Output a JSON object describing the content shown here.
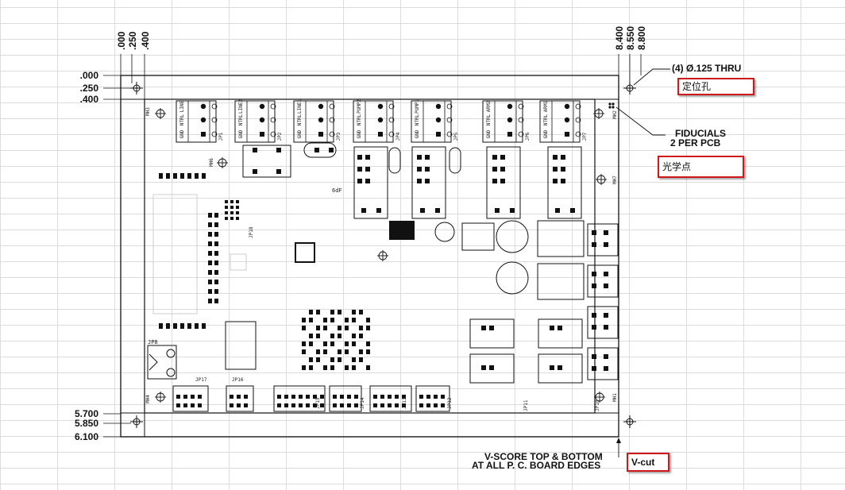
{
  "dimensions": {
    "top": [
      ".000",
      ".250",
      ".400"
    ],
    "right_top": [
      "8.400",
      "8.550",
      "8.800"
    ],
    "left": [
      ".000",
      ".250",
      ".400"
    ],
    "left_bottom": [
      "5.700",
      "5.850",
      "6.100"
    ]
  },
  "annotations": {
    "holes": "(4) Ø.125 THRU",
    "holes_cn": "定位孔",
    "fiducials": "FIDUCIALS",
    "fiducials_sub": "2 PER PCB",
    "fiducials_cn": "光学点",
    "vscore_1": "V-SCORE TOP & BOTTOM",
    "vscore_2": "AT ALL P. C. BOARD EDGES",
    "vscore_cn": "V-cut"
  },
  "terminal_blocks": [
    {
      "labels": [
        "LINE",
        "NTRL",
        "GND"
      ],
      "ref": "JP1"
    },
    {
      "labels": [
        "LINE2",
        "NTRL",
        "GND"
      ],
      "ref": "JP2"
    },
    {
      "labels": [
        "LINE1",
        "NTRL",
        "GND"
      ],
      "ref": "JP3"
    },
    {
      "labels": [
        "PUMP2",
        "NTRL",
        "GND"
      ],
      "ref": "JP4"
    },
    {
      "labels": [
        "PUMP1",
        "NTRL",
        "GND"
      ],
      "ref": "JP5"
    },
    {
      "labels": [
        "ARM2",
        "NTRL",
        "GND"
      ],
      "ref": "JP6"
    },
    {
      "labels": [
        "ARM1",
        "NTRL",
        "GND"
      ],
      "ref": "JP7"
    }
  ],
  "mounting_holes": [
    "MH3",
    "MH2",
    "MH6",
    "MH7",
    "MH4",
    "MH1"
  ],
  "connectors": {
    "bottom": [
      "JP17",
      "JP16",
      "JP15",
      "JP14",
      "JP13",
      "JP12",
      "JP11",
      "JP10"
    ],
    "left": "JP8",
    "mid": "JP18",
    "misc": "6dF"
  },
  "colors": {
    "line": "#111111",
    "red_box": "#d01818",
    "grid": "#dcdcdc"
  }
}
